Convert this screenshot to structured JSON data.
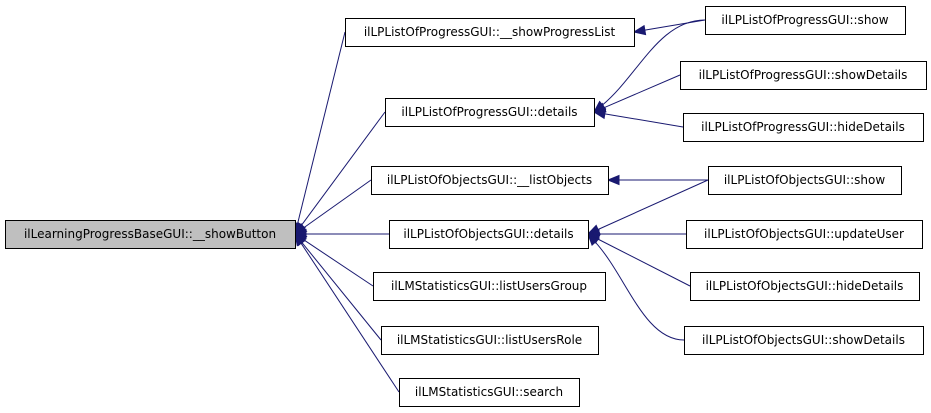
{
  "diagram": {
    "type": "call-graph",
    "colors": {
      "edge": "#191970",
      "root_fill": "#bfbfbf",
      "node_fill": "#ffffff",
      "border": "#000000"
    },
    "nodes": [
      {
        "id": "root",
        "label": "ilLearningProgressBaseGUI::__showButton",
        "root": true
      },
      {
        "id": "showProgressList",
        "label": "ilLPListOfProgressGUI::__showProgressList"
      },
      {
        "id": "progDetails",
        "label": "ilLPListOfProgressGUI::details"
      },
      {
        "id": "listObjects",
        "label": "ilLPListOfObjectsGUI::__listObjects"
      },
      {
        "id": "objDetails",
        "label": "ilLPListOfObjectsGUI::details"
      },
      {
        "id": "listUsersGroup",
        "label": "ilLMStatisticsGUI::listUsersGroup"
      },
      {
        "id": "listUsersRole",
        "label": "ilLMStatisticsGUI::listUsersRole"
      },
      {
        "id": "search",
        "label": "ilLMStatisticsGUI::search"
      },
      {
        "id": "progShow",
        "label": "ilLPListOfProgressGUI::show"
      },
      {
        "id": "progShowDetails",
        "label": "ilLPListOfProgressGUI::showDetails"
      },
      {
        "id": "progHideDetails",
        "label": "ilLPListOfProgressGUI::hideDetails"
      },
      {
        "id": "objShow",
        "label": "ilLPListOfObjectsGUI::show"
      },
      {
        "id": "objUpdateUser",
        "label": "ilLPListOfObjectsGUI::updateUser"
      },
      {
        "id": "objHideDetails",
        "label": "ilLPListOfObjectsGUI::hideDetails"
      },
      {
        "id": "objShowDetails",
        "label": "ilLPListOfObjectsGUI::showDetails"
      }
    ],
    "edges": [
      {
        "from": "showProgressList",
        "to": "root"
      },
      {
        "from": "progDetails",
        "to": "root"
      },
      {
        "from": "listObjects",
        "to": "root"
      },
      {
        "from": "objDetails",
        "to": "root"
      },
      {
        "from": "listUsersGroup",
        "to": "root"
      },
      {
        "from": "listUsersRole",
        "to": "root"
      },
      {
        "from": "search",
        "to": "root"
      },
      {
        "from": "progShow",
        "to": "showProgressList"
      },
      {
        "from": "progShow",
        "to": "progDetails"
      },
      {
        "from": "progShowDetails",
        "to": "progDetails"
      },
      {
        "from": "progHideDetails",
        "to": "progDetails"
      },
      {
        "from": "objShow",
        "to": "listObjects"
      },
      {
        "from": "objShow",
        "to": "objDetails"
      },
      {
        "from": "objUpdateUser",
        "to": "objDetails"
      },
      {
        "from": "objHideDetails",
        "to": "objDetails"
      },
      {
        "from": "objShowDetails",
        "to": "objDetails"
      }
    ]
  }
}
